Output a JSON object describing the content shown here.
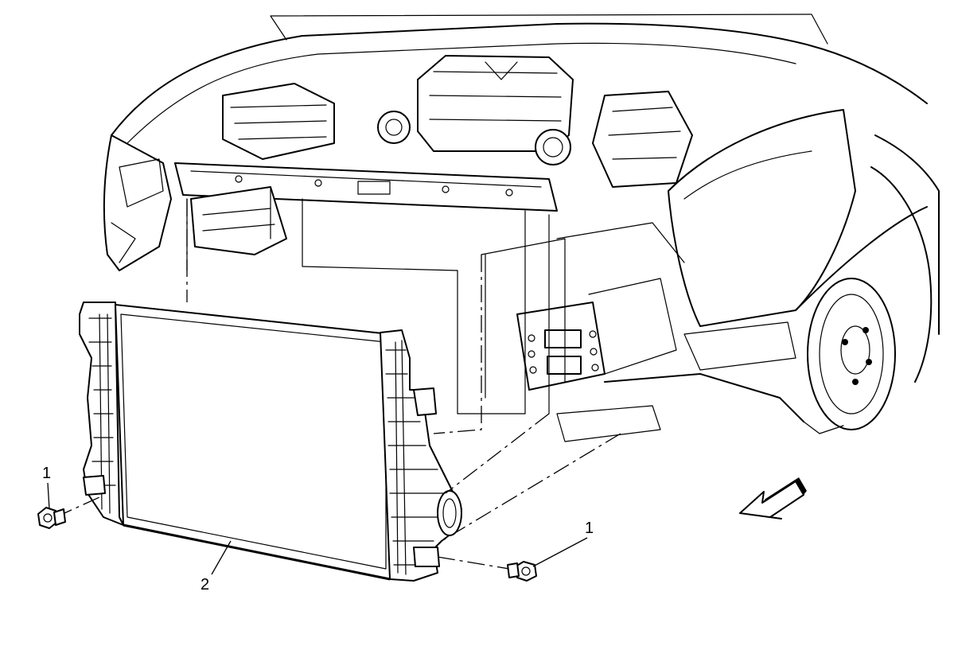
{
  "callouts": {
    "bolt_left": "1",
    "bolt_right": "1",
    "charge_air_cooler": "2"
  },
  "icons": {
    "direction_arrow": "front-direction-arrow-icon"
  }
}
